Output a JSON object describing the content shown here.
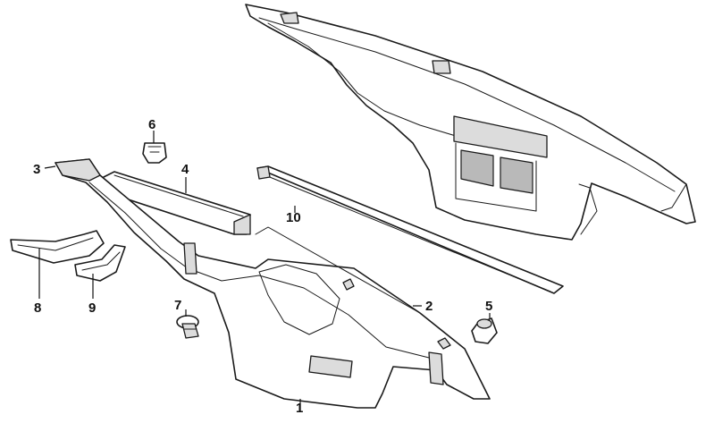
{
  "callouts": {
    "c1": "1",
    "c2": "2",
    "c3": "3",
    "c4": "4",
    "c5": "5",
    "c6": "6",
    "c7": "7",
    "c8": "8",
    "c9": "9",
    "c10": "10"
  },
  "colors": {
    "line": "#1a1a1a",
    "fill": "#ffffff",
    "shade": "#dcdcdc"
  }
}
